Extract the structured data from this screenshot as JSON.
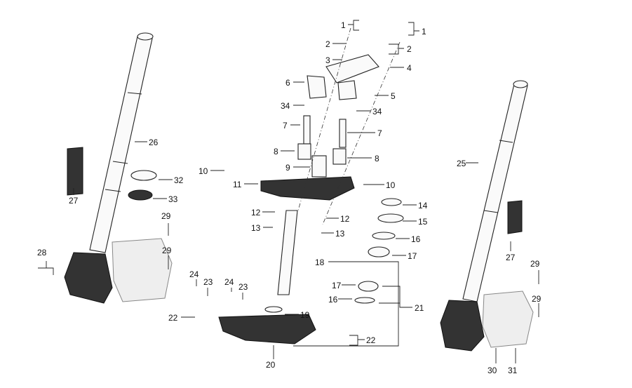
{
  "diagram": {
    "title": "Front fork and steering assembly exploded view",
    "labels": {
      "l1a": "1",
      "l1b": "1",
      "l2a": "2",
      "l2b": "2",
      "l3": "3",
      "l4": "4",
      "l5": "5",
      "l6": "6",
      "l34a": "34",
      "l34b": "34",
      "l7a": "7",
      "l7b": "7",
      "l8a": "8",
      "l8b": "8",
      "l9": "9",
      "l10a": "10",
      "l10b": "10",
      "l11": "11",
      "l12a": "12",
      "l12b": "12",
      "l13a": "13",
      "l13b": "13",
      "l14": "14",
      "l15": "15",
      "l16a": "16",
      "l16b": "16",
      "l17a": "17",
      "l17b": "17",
      "l18": "18",
      "l19": "19",
      "l20": "20",
      "l21": "21",
      "l22a": "22",
      "l22b": "22",
      "l23a": "23",
      "l23b": "23",
      "l24a": "24",
      "l24b": "24",
      "l25": "25",
      "l26": "26",
      "l27a": "27",
      "l27b": "27",
      "l28": "28",
      "l29a": "29",
      "l29b": "29",
      "l29c": "29",
      "l29d": "29",
      "l30": "30",
      "l31": "31",
      "l32": "32",
      "l33": "33"
    }
  }
}
